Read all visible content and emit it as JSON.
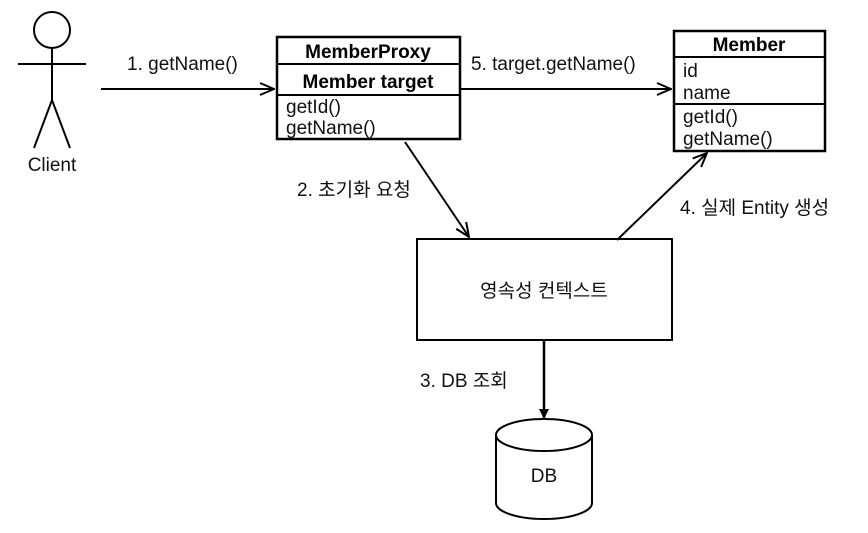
{
  "actor": {
    "label": "Client"
  },
  "proxy": {
    "title": "MemberProxy",
    "field": "Member target",
    "methods": [
      "getId()",
      "getName()"
    ]
  },
  "entity": {
    "title": "Member",
    "fields": [
      "id",
      "name"
    ],
    "methods": [
      "getId()",
      "getName()"
    ]
  },
  "context": {
    "label": "영속성 컨텍스트"
  },
  "database": {
    "label": "DB"
  },
  "steps": {
    "s1": "1. getName()",
    "s2": "2. 초기화 요청",
    "s3": "3. DB 조회",
    "s4": "4. 실제 Entity 생성",
    "s5": "5. target.getName()"
  }
}
